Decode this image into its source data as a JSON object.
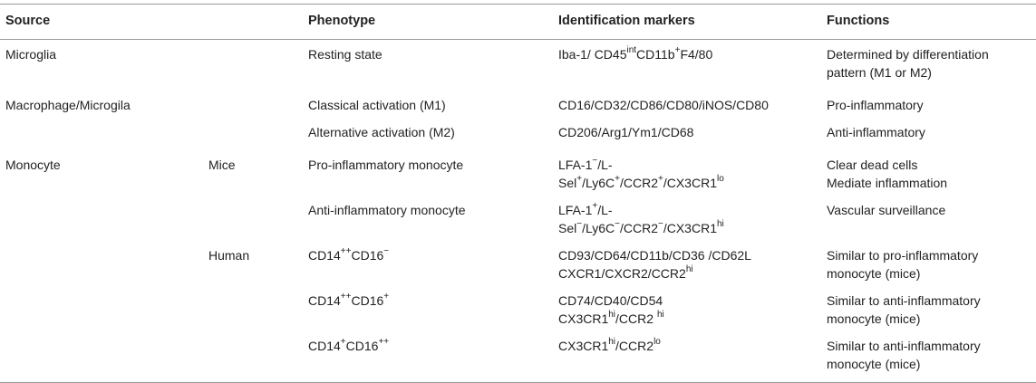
{
  "headers": {
    "source": "Source",
    "sub": "",
    "phenotype": "Phenotype",
    "markers": "Identification markers",
    "functions": "Functions"
  },
  "rows": [
    {
      "source": "Microglia",
      "sub": "",
      "phenotype": "Resting state",
      "markers": [
        {
          "t": "Iba-1/ CD45"
        },
        {
          "sup": "int"
        },
        {
          "t": "CD11b"
        },
        {
          "sup": "+"
        },
        {
          "t": "F4/80"
        }
      ],
      "functions": [
        "Determined by differentiation",
        "pattern (M1 or M2)"
      ]
    },
    {
      "source": "Macrophage/Microgila",
      "sub": "",
      "phenotype": "Classical activation (M1)",
      "markers": [
        {
          "t": "CD16/CD32/CD86/CD80/iNOS/CD80"
        }
      ],
      "functions": [
        "Pro-inflammatory"
      ]
    },
    {
      "source": "",
      "sub": "",
      "phenotype": "Alternative activation (M2)",
      "markers": [
        {
          "t": "CD206/Arg1/Ym1/CD68"
        }
      ],
      "functions": [
        "Anti-inflammatory"
      ]
    },
    {
      "source": "Monocyte",
      "sub": "Mice",
      "phenotype": "Pro-inflammatory monocyte",
      "markers": [
        {
          "t": "LFA-1"
        },
        {
          "sup": "−"
        },
        {
          "t": "/L-"
        },
        {
          "br": true
        },
        {
          "t": "Sel"
        },
        {
          "sup": "+"
        },
        {
          "t": "/Ly6C"
        },
        {
          "sup": "+"
        },
        {
          "t": "/CCR2"
        },
        {
          "sup": "+"
        },
        {
          "t": "/CX3CR1"
        },
        {
          "sup": "lo"
        }
      ],
      "functions": [
        "Clear dead cells",
        "Mediate inflammation"
      ]
    },
    {
      "source": "",
      "sub": "",
      "phenotype": "Anti-inflammatory monocyte",
      "markers": [
        {
          "t": "LFA-1"
        },
        {
          "sup": "+"
        },
        {
          "t": "/L-"
        },
        {
          "br": true
        },
        {
          "t": "Sel"
        },
        {
          "sup": "−"
        },
        {
          "t": "/Ly6C"
        },
        {
          "sup": "−"
        },
        {
          "t": "/CCR2"
        },
        {
          "sup": "−"
        },
        {
          "t": "/CX3CR1"
        },
        {
          "sup": "hi"
        }
      ],
      "functions": [
        "Vascular surveillance"
      ]
    },
    {
      "source": "",
      "sub": "Human",
      "phenotype": [
        {
          "t": "CD14"
        },
        {
          "sup": "++"
        },
        {
          "t": "CD16"
        },
        {
          "sup": "−"
        }
      ],
      "markers": [
        {
          "t": "CD93/CD64/CD11b/CD36 /CD62L"
        },
        {
          "br": true
        },
        {
          "t": "CXCR1/CXCR2/CCR2"
        },
        {
          "sup": "hi"
        }
      ],
      "functions": [
        "Similar to pro-inflammatory",
        "monocyte (mice)"
      ]
    },
    {
      "source": "",
      "sub": "",
      "phenotype": [
        {
          "t": "CD14"
        },
        {
          "sup": "++"
        },
        {
          "t": "CD16"
        },
        {
          "sup": "+"
        }
      ],
      "markers": [
        {
          "t": "CD74/CD40/CD54"
        },
        {
          "br": true
        },
        {
          "t": "CX3CR1"
        },
        {
          "sup": "hi"
        },
        {
          "t": "/CCR2 "
        },
        {
          "sup": "hi"
        }
      ],
      "functions": [
        "Similar to anti-inflammatory",
        "monocyte (mice)"
      ]
    },
    {
      "source": "",
      "sub": "",
      "phenotype": [
        {
          "t": "CD14"
        },
        {
          "sup": "+"
        },
        {
          "t": "CD16"
        },
        {
          "sup": "++"
        }
      ],
      "markers": [
        {
          "t": "CX3CR1"
        },
        {
          "sup": "hi"
        },
        {
          "t": "/CCR2"
        },
        {
          "sup": "lo"
        }
      ],
      "functions": [
        "Similar to anti-inflammatory",
        "monocyte (mice)"
      ]
    }
  ]
}
